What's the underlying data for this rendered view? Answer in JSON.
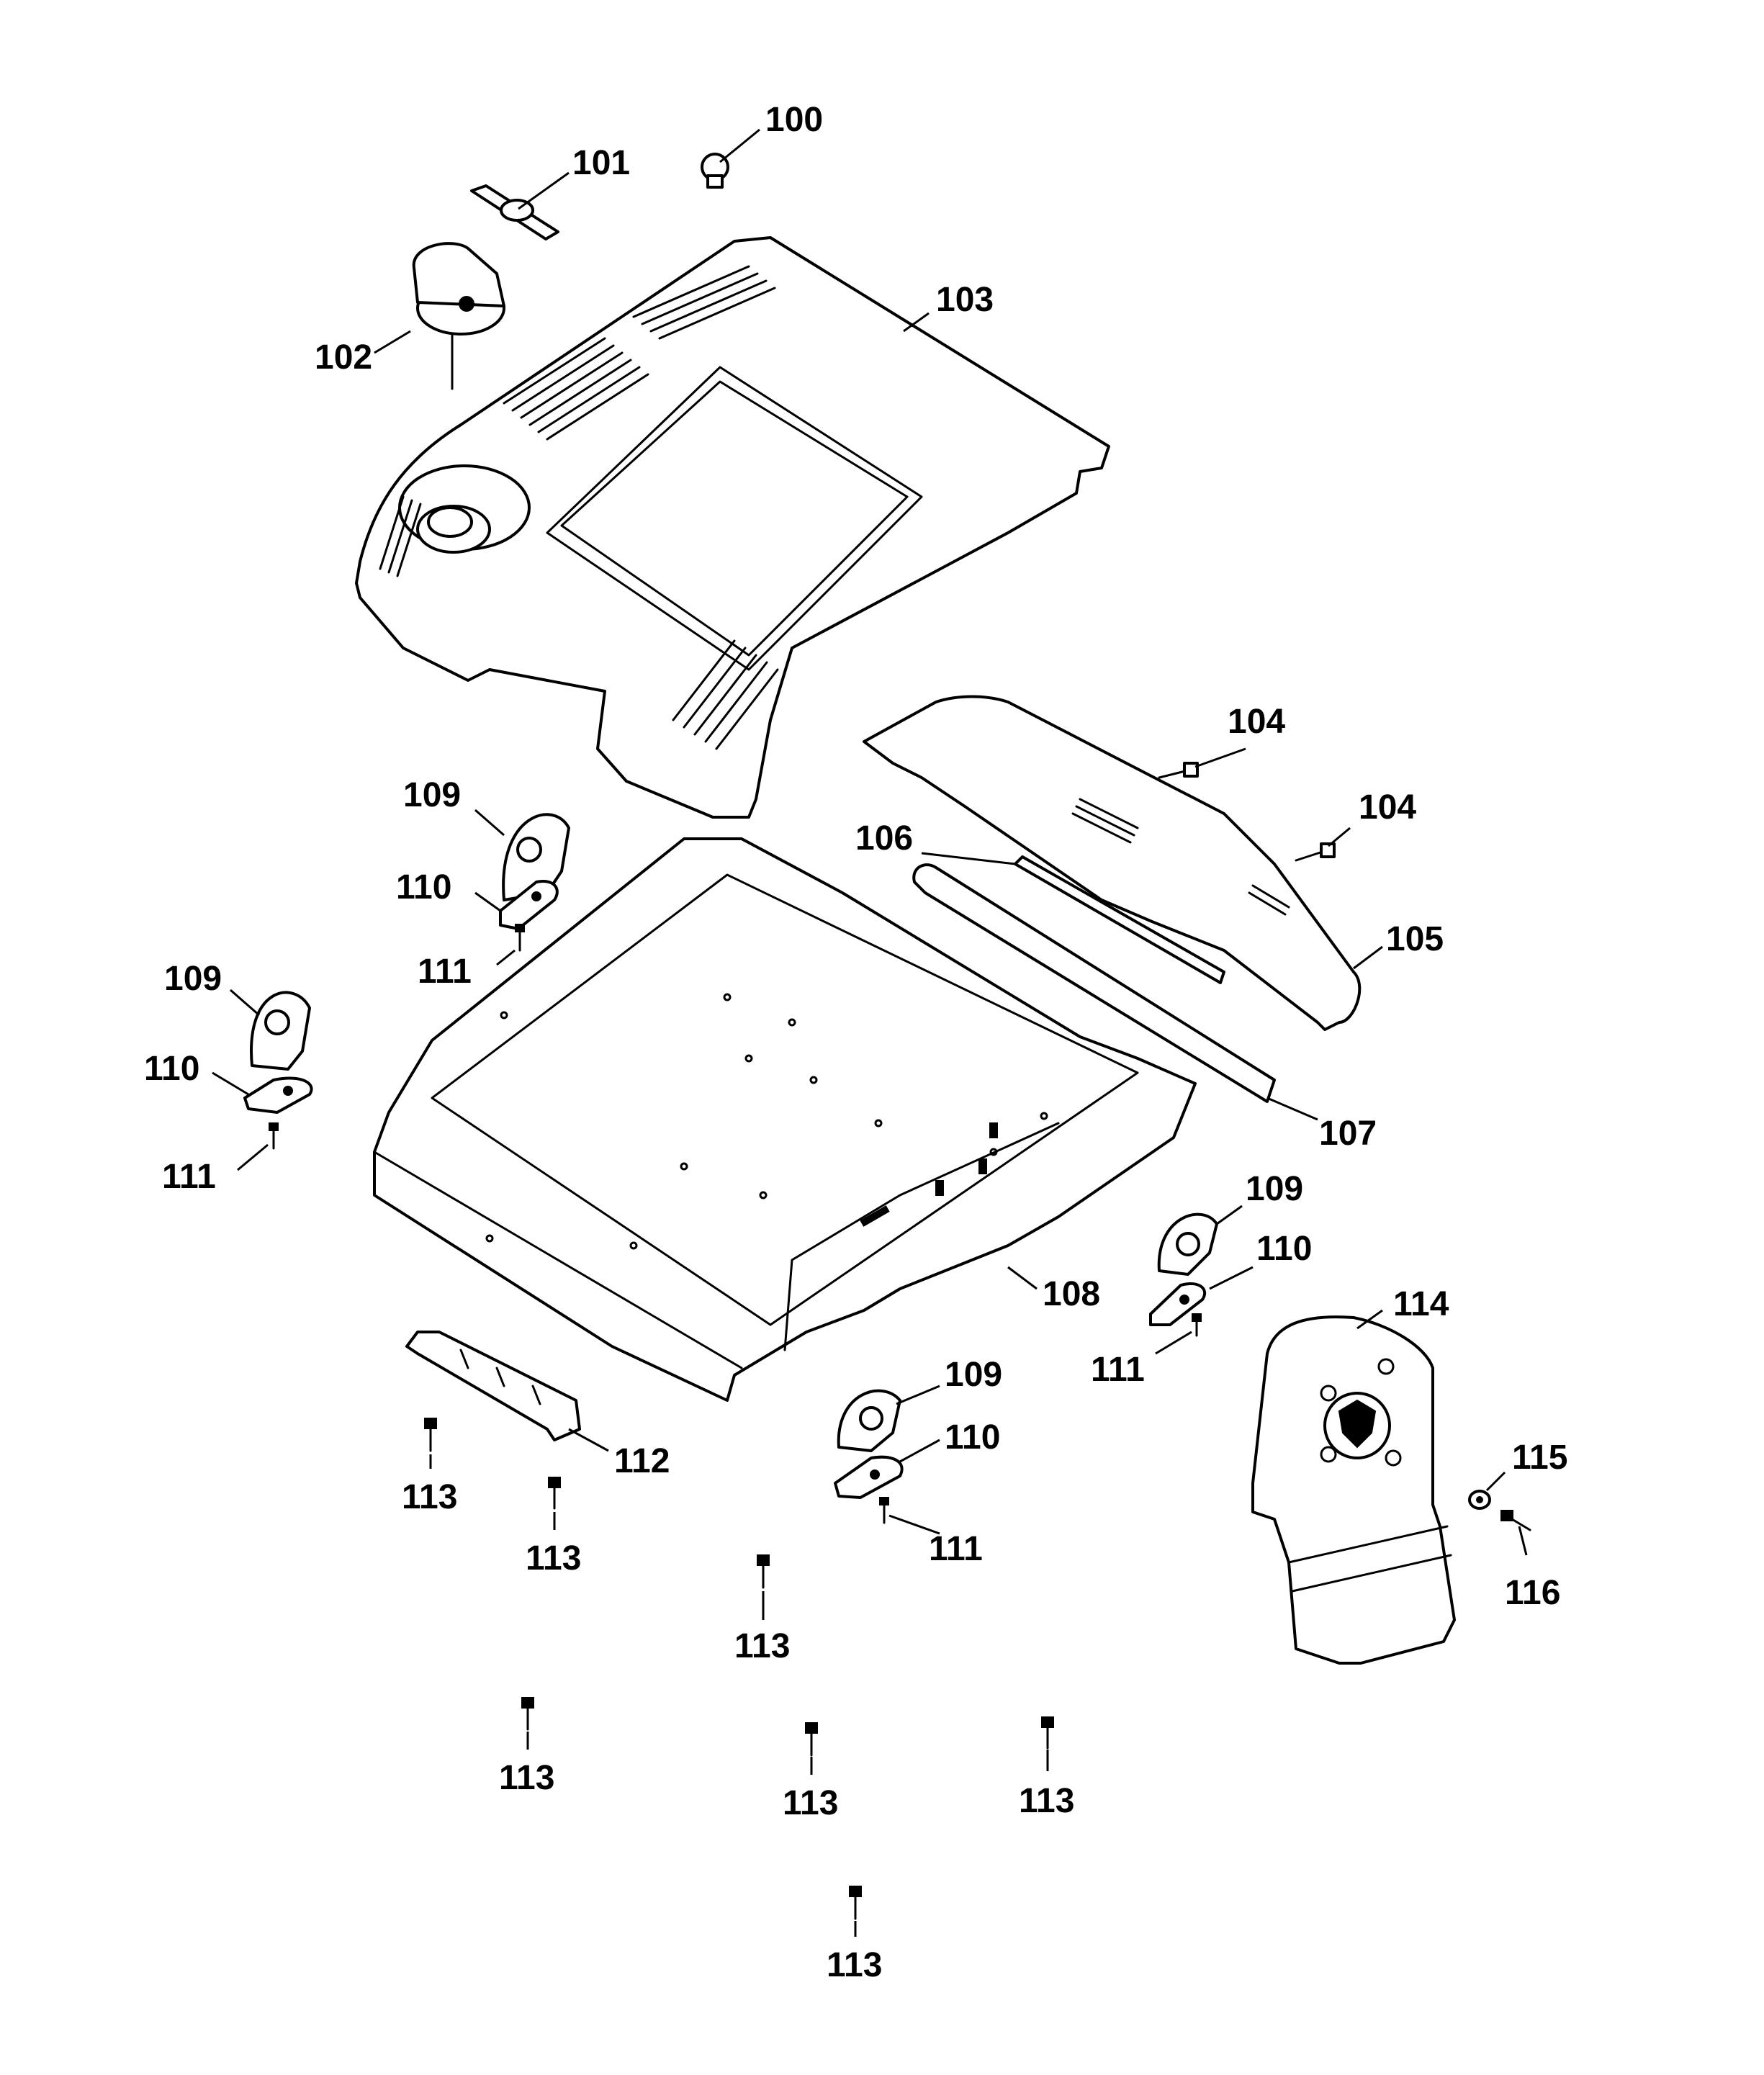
{
  "callouts": {
    "c100": "100",
    "c101": "101",
    "c102": "102",
    "c103": "103",
    "c104a": "104",
    "c104b": "104",
    "c105": "105",
    "c106": "106",
    "c107": "107",
    "c108": "108",
    "c109a": "109",
    "c109b": "109",
    "c109c": "109",
    "c109d": "109",
    "c110a": "110",
    "c110b": "110",
    "c110c": "110",
    "c110d": "110",
    "c111a": "111",
    "c111b": "111",
    "c111c": "111",
    "c111d": "111",
    "c112": "112",
    "c113a": "113",
    "c113b": "113",
    "c113c": "113",
    "c113d": "113",
    "c113e": "113",
    "c113f": "113",
    "c113g": "113",
    "c114": "114",
    "c115": "115",
    "c116": "116"
  }
}
